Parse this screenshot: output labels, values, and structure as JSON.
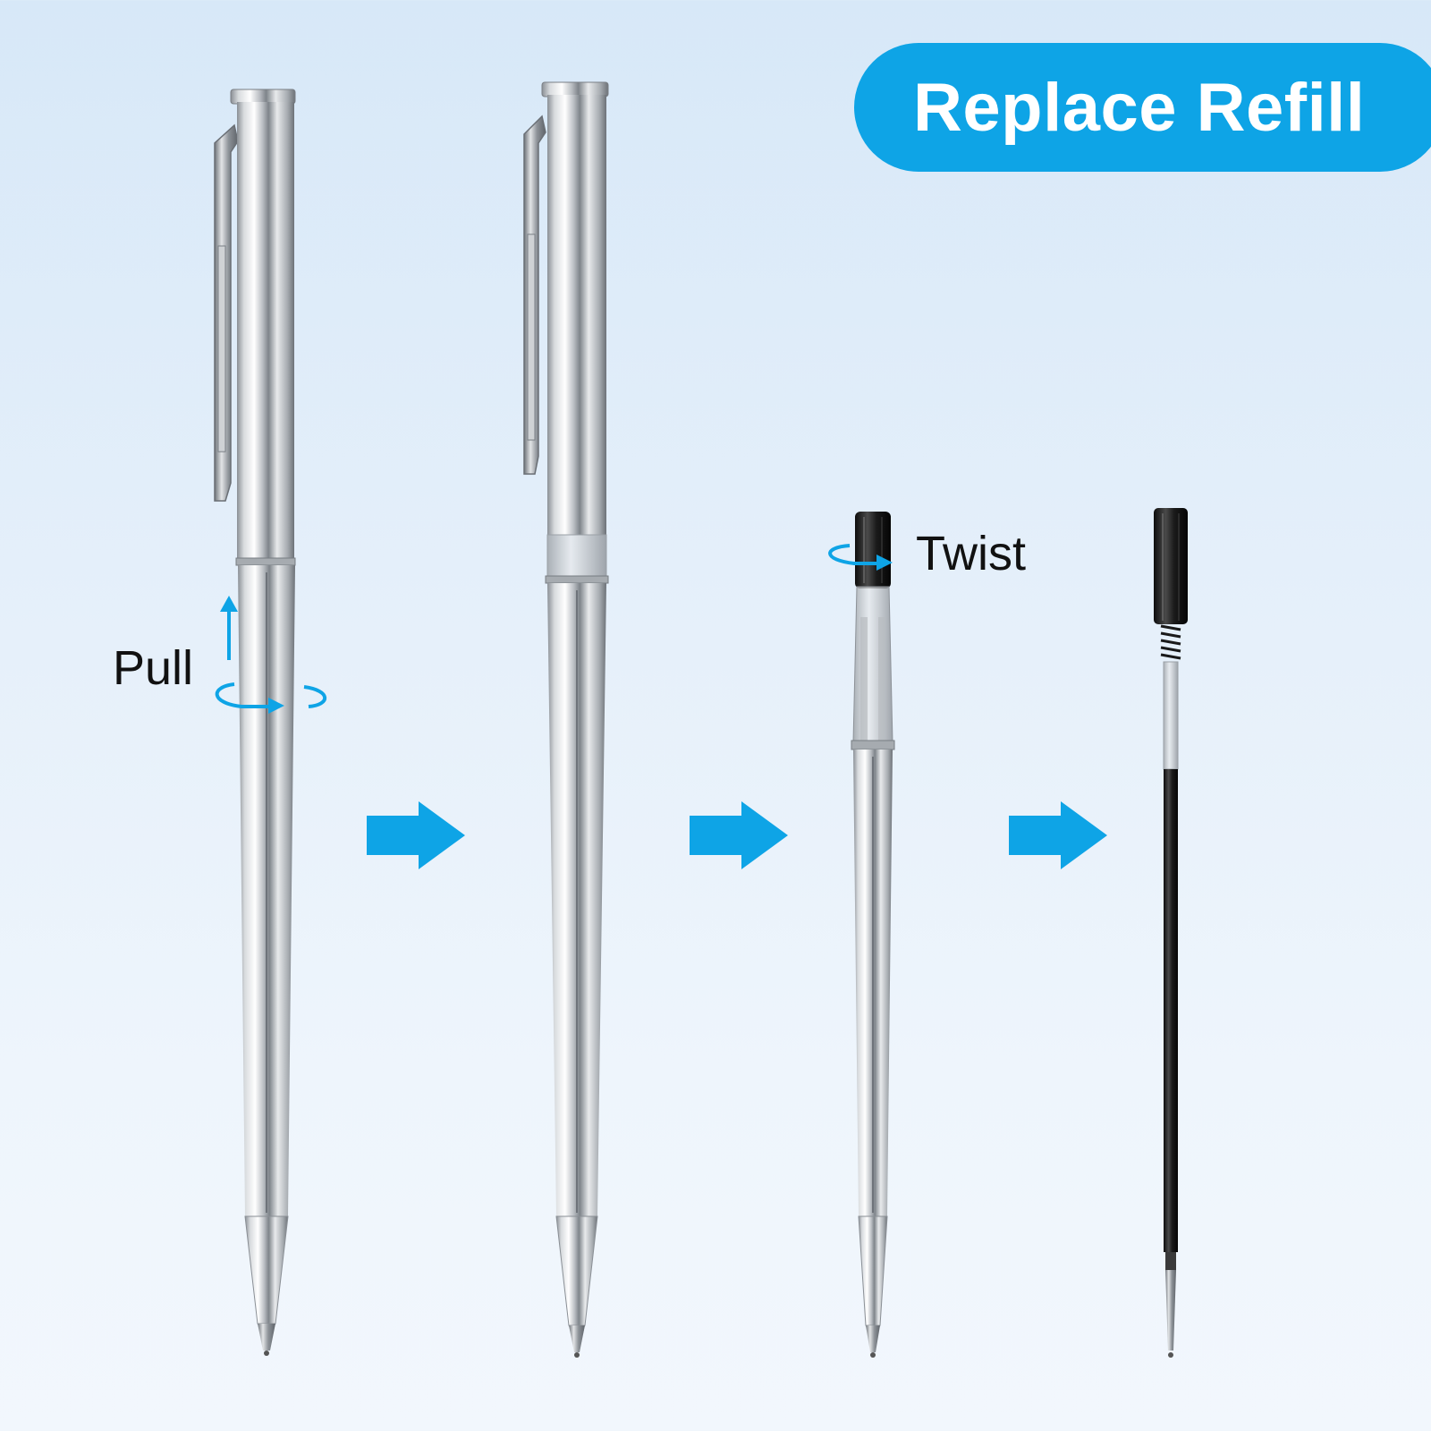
{
  "banner": {
    "title": "Replace Refill"
  },
  "steps": [
    {
      "action_label": "Pull"
    },
    {
      "action_label": ""
    },
    {
      "action_label": "Twist"
    },
    {
      "action_label": ""
    }
  ],
  "colors": {
    "accent": "#0ea4e6",
    "refill_black": "#1b1b1b",
    "background": "#e6f0fa"
  },
  "icons": [
    "arrow-up-icon",
    "rotate-icon",
    "step-arrow-icon"
  ]
}
